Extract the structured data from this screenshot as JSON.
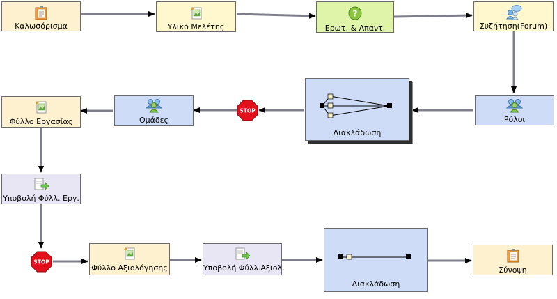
{
  "nodes": [
    {
      "id": "welcome",
      "label": "Καλωσόρισμα",
      "icon": "notebook-icon"
    },
    {
      "id": "study",
      "label": "Υλικό Μελέτης",
      "icon": "image-document-icon"
    },
    {
      "id": "qa",
      "label": "Ερωτ. & Απαντ.",
      "icon": "question-icon"
    },
    {
      "id": "forum",
      "label": "Συζήτηση(Forum)",
      "icon": "chat-people-icon"
    },
    {
      "id": "roles",
      "label": "Ρόλοι",
      "icon": "group-icon"
    },
    {
      "id": "branch1",
      "label": "Διακλάδωση",
      "icon": "branching-icon"
    },
    {
      "id": "groups",
      "label": "Ομάδες",
      "icon": "group-icon"
    },
    {
      "id": "worksheet",
      "label": "Φύλλο Εργασίας",
      "icon": "image-document-icon"
    },
    {
      "id": "submit_ws",
      "label": "Υποβολή Φύλλ. Εργ.",
      "icon": "submit-document-icon"
    },
    {
      "id": "eval_sheet",
      "label": "Φύλλο Αξιολόγησης",
      "icon": "image-document-icon"
    },
    {
      "id": "submit_eval",
      "label": "Υποβολή Φύλλ.Αξιολ.",
      "icon": "submit-document-icon"
    },
    {
      "id": "branch2",
      "label": "Διακλάδωση",
      "icon": "branching-icon"
    },
    {
      "id": "summary",
      "label": "Σύνοψη",
      "icon": "notebook-icon"
    }
  ],
  "stops": [
    {
      "id": "stop1",
      "label": "STOP"
    },
    {
      "id": "stop2",
      "label": "STOP"
    }
  ]
}
